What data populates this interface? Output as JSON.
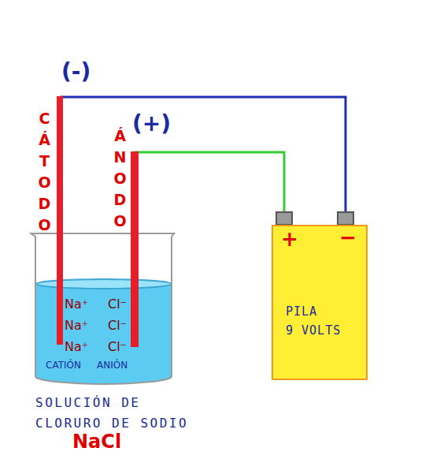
{
  "diagram": {
    "nodes": [
      {
        "text": [
          "CÁTODO"
        ]
      },
      {
        "text": [
          "ÁNODO"
        ]
      },
      {
        "text": [
          "PILA 9 VOLTS"
        ]
      }
    ],
    "edges": [
      {
        "from": 0,
        "to": 2,
        "arrow": "none"
      },
      {
        "from": 1,
        "to": 2,
        "arrow": "none"
      }
    ],
    "labels": [
      "(-)",
      "(+)",
      "+",
      "−",
      "Na⁺",
      "Na⁺",
      "Na⁺",
      "Cl⁻",
      "Cl⁻",
      "Cl⁻",
      "CATIÓN",
      "ANIÓN",
      "SOLUCIÓN DE CLORURO DE SODIO",
      "NaCl"
    ]
  }
}
